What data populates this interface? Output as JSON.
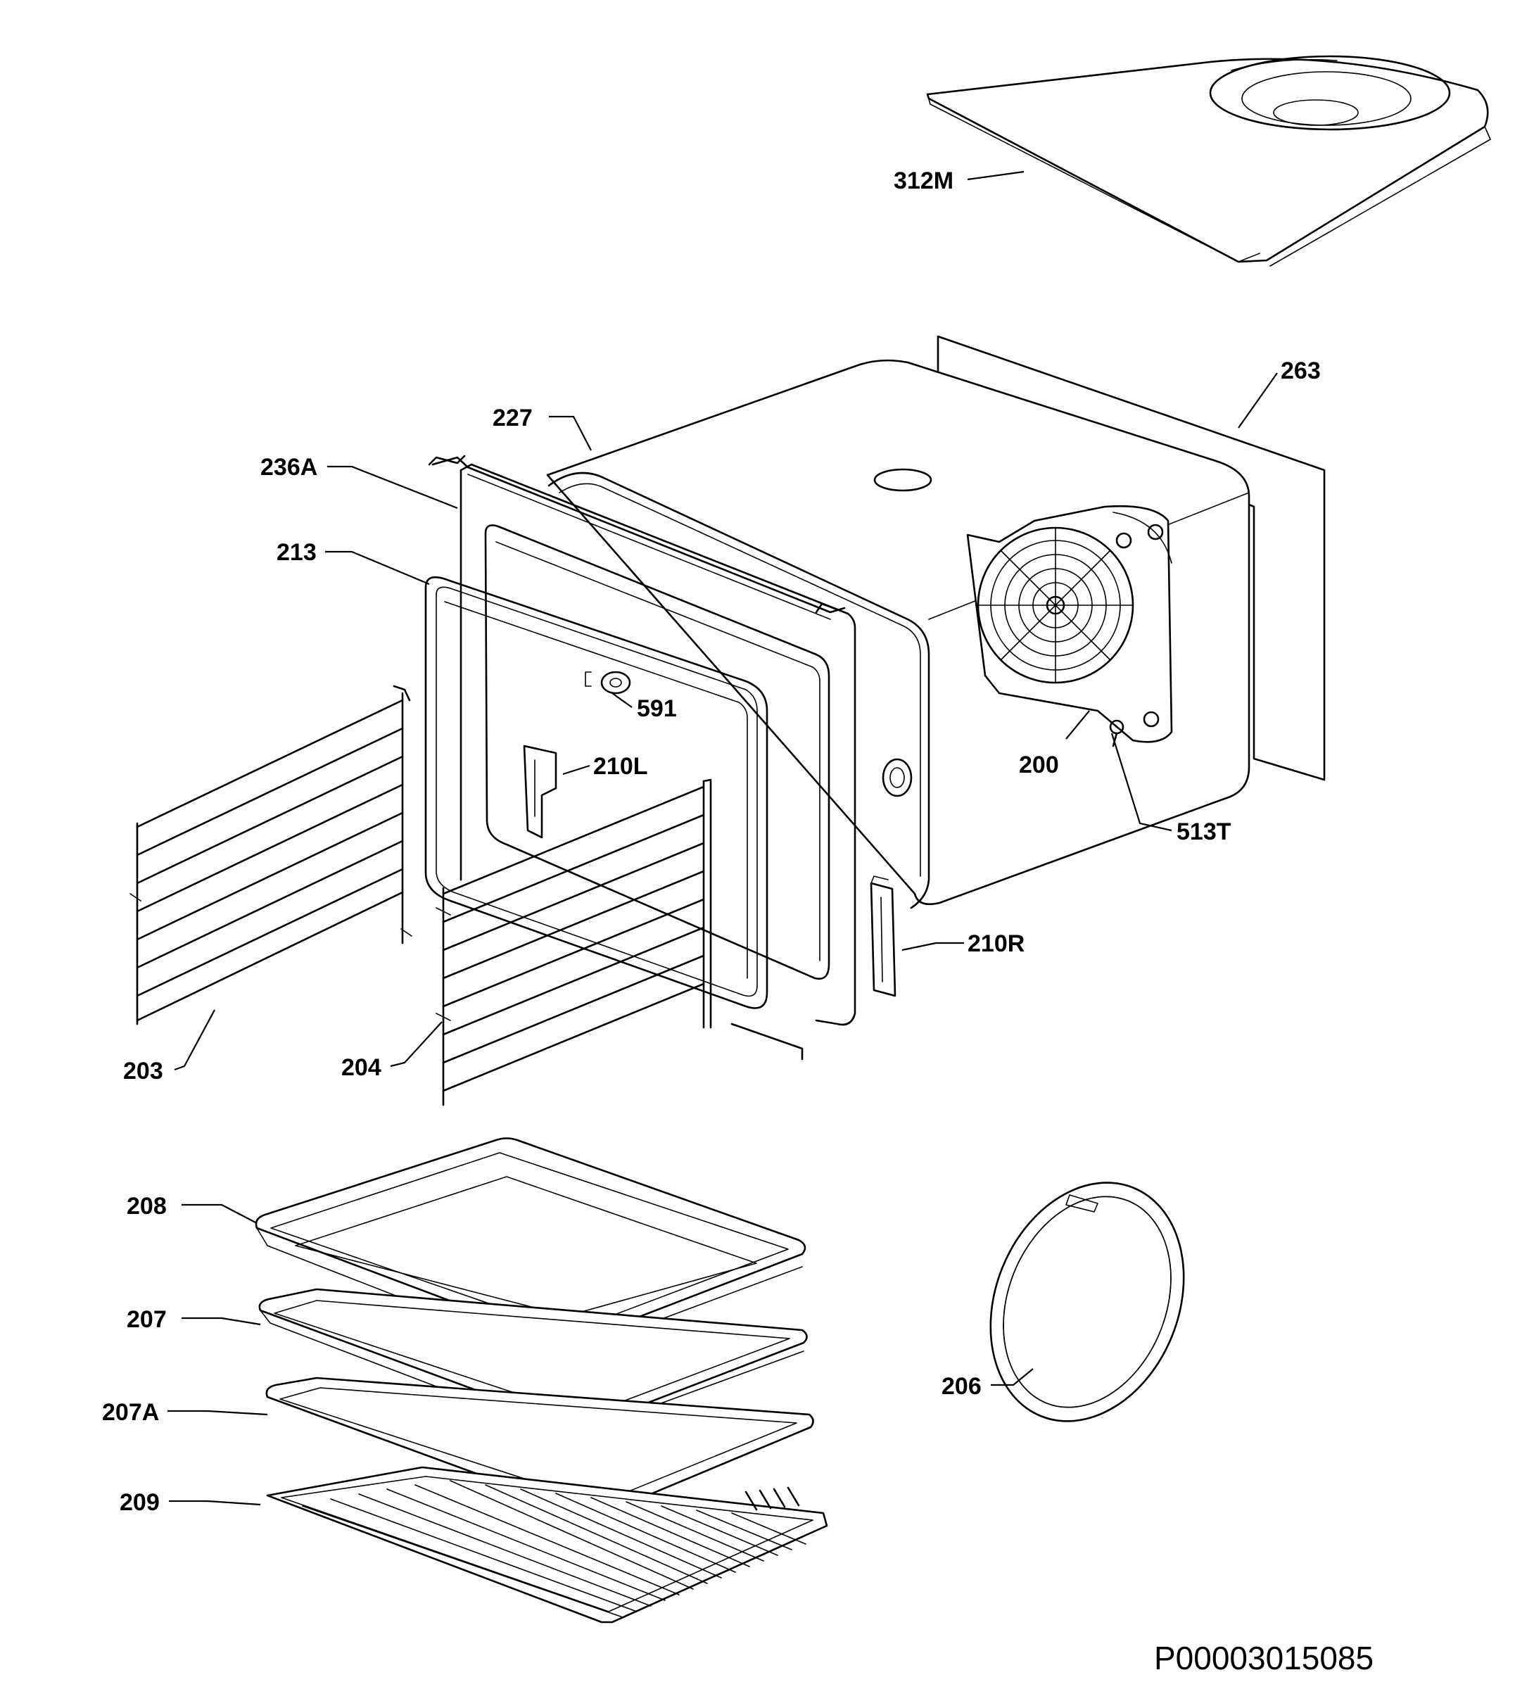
{
  "labels": {
    "l312M": "312M",
    "l263": "263",
    "l227": "227",
    "l236A": "236A",
    "l213": "213",
    "l591": "591",
    "l210L": "210L",
    "l200": "200",
    "l513T": "513T",
    "l210R": "210R",
    "l203": "203",
    "l204": "204",
    "l208": "208",
    "l207": "207",
    "l207A": "207A",
    "l209": "209",
    "l206": "206"
  },
  "document_id": "P00003015085"
}
